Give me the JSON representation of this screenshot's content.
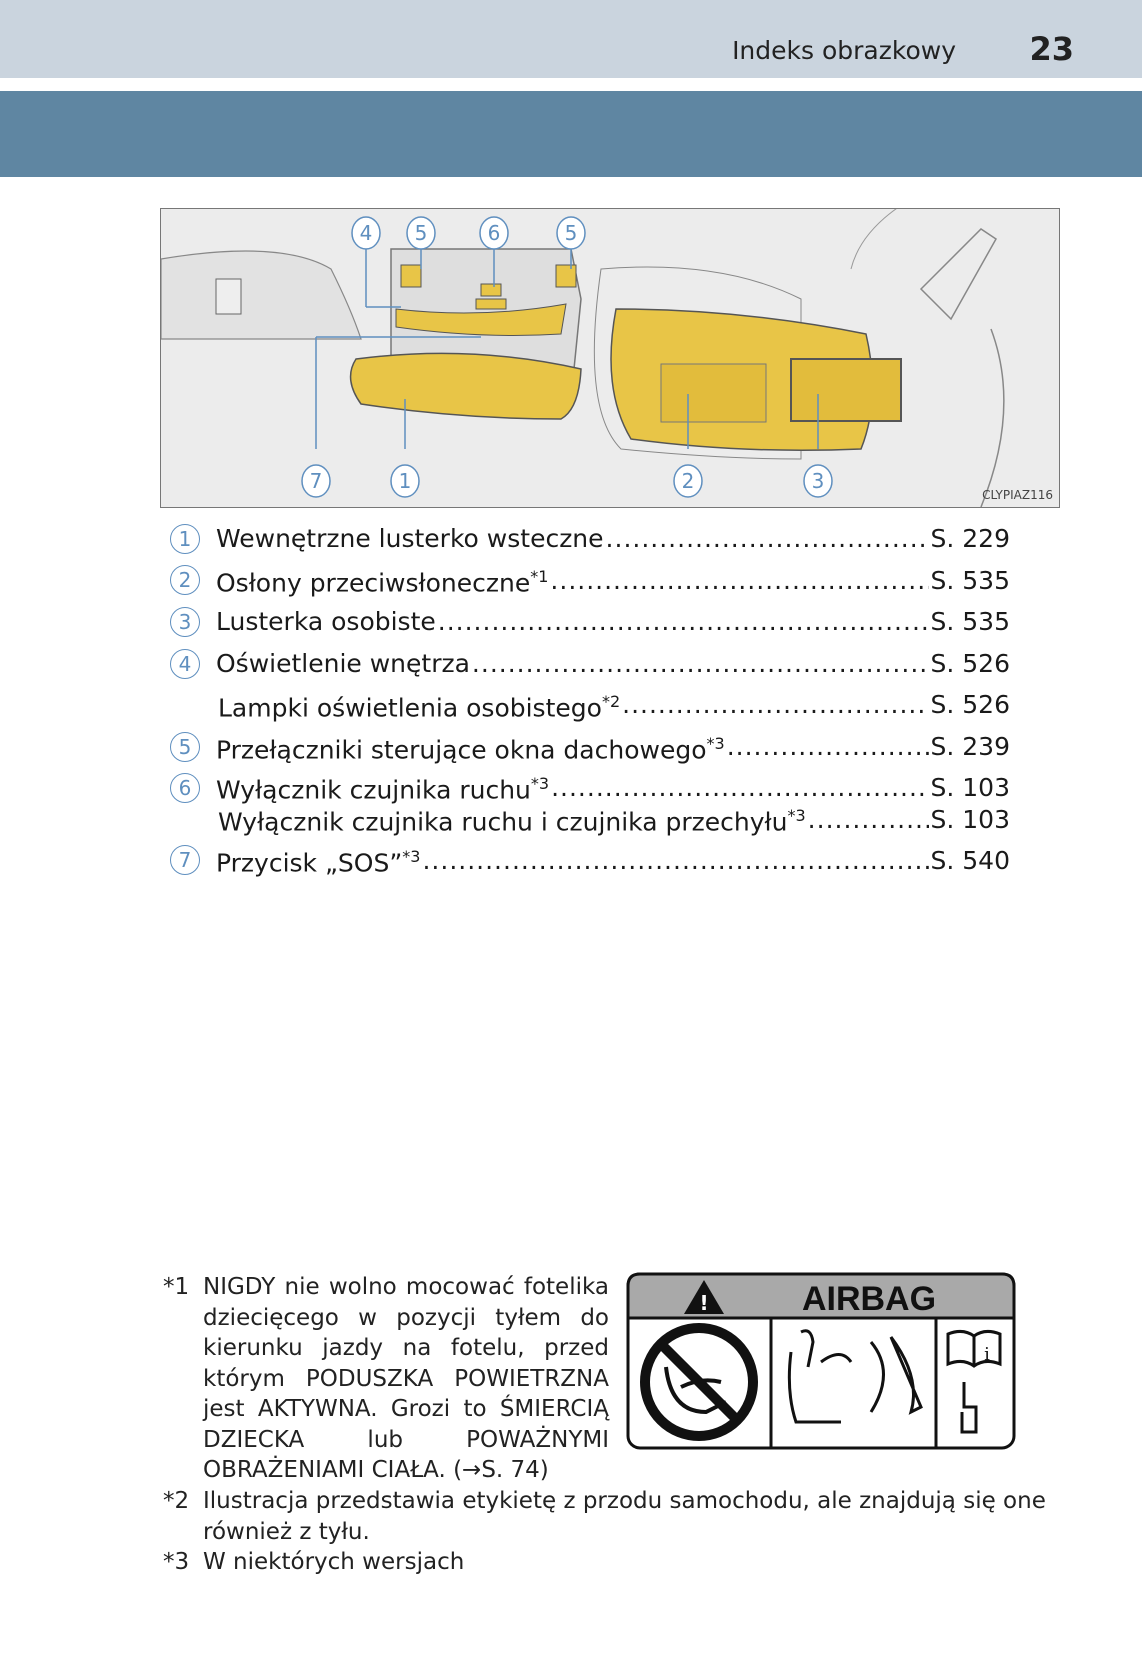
{
  "header": {
    "section_title": "Indeks obrazkowy",
    "page_number": "23"
  },
  "figure": {
    "image_code": "CLYPIAZ116",
    "callouts": [
      "4",
      "5",
      "6",
      "5",
      "7",
      "1",
      "2",
      "3"
    ]
  },
  "items": [
    {
      "num": "1",
      "label": "Wewnętrzne lusterko wsteczne",
      "sup": "",
      "page": "S. 229"
    },
    {
      "num": "2",
      "label": "Osłony przeciwsłoneczne",
      "sup": "*1",
      "page": "S. 535"
    },
    {
      "num": "3",
      "label": "Lusterka osobiste",
      "sup": "",
      "page": "S. 535"
    },
    {
      "num": "4",
      "label": "Oświetlenie wnętrza",
      "sup": "",
      "page": "S. 526"
    },
    {
      "num": "",
      "label": "Lampki oświetlenia osobistego",
      "sup": "*2",
      "page": "S. 526"
    },
    {
      "num": "5",
      "label": "Przełączniki sterujące okna dachowego",
      "sup": "*3",
      "page": "S. 239"
    },
    {
      "num": "6",
      "label": "Wyłącznik czujnika ruchu",
      "sup": "*3",
      "page": "S. 103"
    },
    {
      "num": "",
      "label": "Wyłącznik czujnika ruchu i czujnika przechyłu",
      "sup": "*3",
      "page": "S. 103"
    },
    {
      "num": "7",
      "label": "Przycisk „SOS”",
      "sup": "*3",
      "page": "S. 540"
    }
  ],
  "footnotes": [
    {
      "mark": "*1",
      "text": "NIGDY nie wolno mocować fotelika dziecięcego w pozycji tyłem do kierunku jazdy na fotelu, przed którym PODUSZKA POWIETRZNA jest AKTYWNA. Grozi to ŚMIERCIĄ DZIECKA lub POWAŻNYMI OBRAŻENIAMI CIAŁA. (→S. 74)"
    },
    {
      "mark": "*2",
      "text": "Ilustracja przedstawia etykietę z przodu samochodu, ale znajdują się one również z tyłu."
    },
    {
      "mark": "*3",
      "text": "W niektórych wersjach"
    }
  ],
  "airbag_label": {
    "title": "AIRBAG"
  },
  "colors": {
    "header_bg": "#cad4de",
    "band": "#5f86a2",
    "highlight": "#e8c547",
    "callout": "#5f8fbf"
  }
}
